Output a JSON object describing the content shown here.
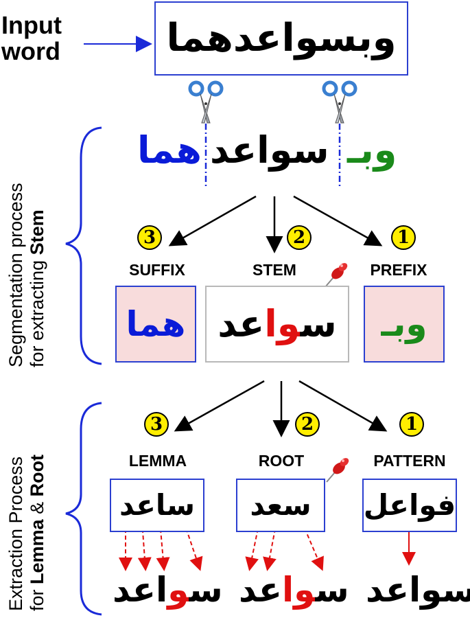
{
  "input_label": [
    "Input",
    "word"
  ],
  "input_word": "وبسواعدهما",
  "segmentation": {
    "side_label_line1": "Segmentation process",
    "side_label_line2_prefix": "for extracting ",
    "side_label_line2_bold": "Stem",
    "segmented": {
      "suffix": "هما",
      "stem": "سواعد",
      "prefix": "وبـ"
    },
    "parts": [
      {
        "num": "3",
        "header": "SUFFIX",
        "text": "هما"
      },
      {
        "num": "2",
        "header": "STEM",
        "text_before": "س",
        "text_red": "وا",
        "text_after": "عد"
      },
      {
        "num": "1",
        "header": "PREFIX",
        "text": "وبـ"
      }
    ]
  },
  "extraction": {
    "side_label_line1": "Extraction Process",
    "side_label_line2_prefix": "for ",
    "side_label_line2_bold1": "Lemma",
    "side_label_line2_mid": " & ",
    "side_label_line2_bold2": "Root",
    "parts": [
      {
        "num": "3",
        "header": "LEMMA",
        "box_text": "ساعد"
      },
      {
        "num": "2",
        "header": "ROOT",
        "box_text": "سعد"
      },
      {
        "num": "1",
        "header": "PATTERN",
        "box_text": "فواعل"
      }
    ],
    "outputs": [
      {
        "before": "س",
        "red": "و",
        "after": "اعد"
      },
      {
        "before": "س",
        "red": "وا",
        "after": "عد"
      },
      {
        "before": "",
        "red": "",
        "after": "سواعد"
      }
    ]
  },
  "colors": {
    "blue": "#0a1bd8",
    "green": "#1a8a1a",
    "red": "#e01010",
    "box_border": "#2b3fd0",
    "pink": "#f8dcdc",
    "yellow": "#ffee00"
  },
  "icons": [
    "scissors-icon",
    "pushpin-icon"
  ]
}
